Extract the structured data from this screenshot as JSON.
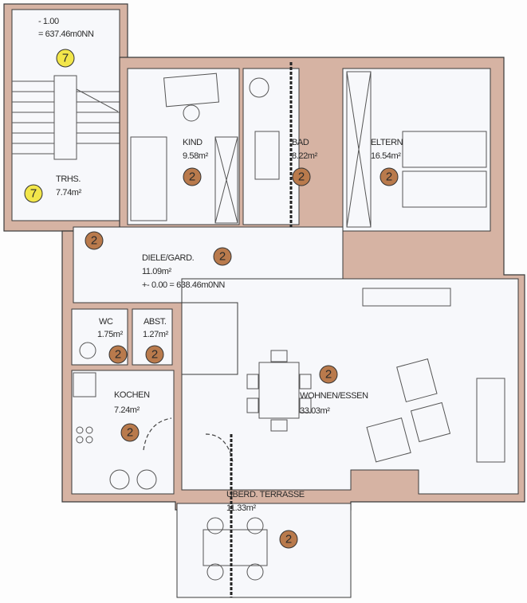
{
  "colors": {
    "wall": "#d6b3a3",
    "badge_stair": "#f2e64a",
    "badge_unit": "#b97a4c"
  },
  "stairwell": {
    "level_line1": "- 1.00",
    "level_line2": "= 637.46m0NN",
    "badge_top": "7",
    "name": "TRHS.",
    "area": "7.74m²",
    "badge": "7"
  },
  "rooms": {
    "kind": {
      "name": "KIND",
      "area": "9.58m²",
      "badge": "2"
    },
    "bad": {
      "name": "BAD",
      "area": "8.22m²",
      "badge": "2"
    },
    "eltern": {
      "name": "ELTERN",
      "area": "16.54m²",
      "badge": "2"
    },
    "diele": {
      "name": "DIELE/GARD.",
      "area": "11.09m²",
      "level": "+- 0.00 = 638.46m0NN",
      "badge": "2",
      "badge_entry": "2"
    },
    "wc": {
      "name": "WC",
      "area": "1.75m²",
      "badge": "2"
    },
    "abst": {
      "name": "ABST.",
      "area": "1.27m²",
      "badge": "2"
    },
    "kochen": {
      "name": "KOCHEN",
      "area": "7.24m²",
      "badge": "2"
    },
    "wohnen": {
      "name": "WOHNEN/ESSEN",
      "area": "33.03m²",
      "badge": "2"
    },
    "terrasse": {
      "name": "ÜBERD. TERRASSE",
      "area": "11.33m²",
      "badge": "2"
    }
  }
}
